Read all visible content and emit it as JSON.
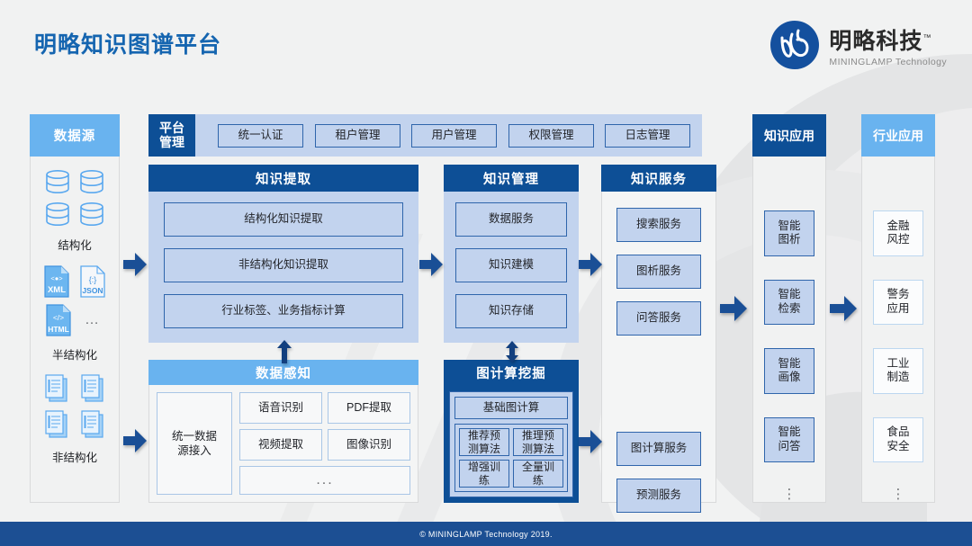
{
  "header": {
    "title": "明略知识图谱平台",
    "logo": {
      "cn": "明略科技",
      "tm": "™",
      "en": "MININGLAMP Technology",
      "mark_icon": "miningglamp-swirl-logo"
    }
  },
  "footer": {
    "copyright": "© MININGLAMP Technology 2019."
  },
  "platform_bar": {
    "tag": "平台\n管理",
    "tag_line1": "平台",
    "tag_line2": "管理",
    "items": [
      {
        "label": "统一认证"
      },
      {
        "label": "租户管理"
      },
      {
        "label": "用户管理"
      },
      {
        "label": "权限管理"
      },
      {
        "label": "日志管理"
      }
    ]
  },
  "data_source": {
    "title": "数据源",
    "groups": [
      {
        "label": "结构化",
        "icon": "database-cylinder-icon",
        "count": 4
      },
      {
        "label": "半结构化",
        "icons": [
          "xml-file-icon",
          "json-file-icon",
          "html-file-icon"
        ],
        "file_labels": [
          "XML",
          "JSON",
          "HTML"
        ],
        "more": "…"
      },
      {
        "label": "非结构化",
        "icon": "document-stack-icon",
        "count": 4
      }
    ]
  },
  "knowledge_extraction": {
    "title": "知识提取",
    "items": [
      "结构化知识提取",
      "非结构化知识提取",
      "行业标签、业务指标计算"
    ]
  },
  "data_perception": {
    "title": "数据感知",
    "main_box": "统一数据\n源接入",
    "main_box_line1": "统一数据",
    "main_box_line2": "源接入",
    "items": [
      "语音识别",
      "PDF提取",
      "视频提取",
      "图像识别"
    ],
    "more": "..."
  },
  "knowledge_management": {
    "title": "知识管理",
    "items": [
      "数据服务",
      "知识建模",
      "知识存储"
    ]
  },
  "graph_computing": {
    "title": "图计算挖掘",
    "top_item": "基础图计算",
    "grid_items": [
      {
        "line1": "推荐预",
        "line2": "测算法"
      },
      {
        "line1": "推理预",
        "line2": "测算法"
      },
      {
        "line1": "增强训",
        "line2": "练"
      },
      {
        "line1": "全量训",
        "line2": "练"
      }
    ]
  },
  "knowledge_service": {
    "title": "知识服务",
    "items_top": [
      "搜索服务",
      "图析服务",
      "问答服务"
    ],
    "items_bottom": [
      "图计算服务",
      "预测服务"
    ]
  },
  "knowledge_application": {
    "title": "知识应用",
    "items": [
      {
        "line1": "智能",
        "line2": "图析"
      },
      {
        "line1": "智能",
        "line2": "检索"
      },
      {
        "line1": "智能",
        "line2": "画像"
      },
      {
        "line1": "智能",
        "line2": "问答"
      }
    ],
    "more": "⋮"
  },
  "industry_application": {
    "title": "行业应用",
    "items": [
      {
        "line1": "金融",
        "line2": "风控"
      },
      {
        "line1": "警务",
        "line2": "应用"
      },
      {
        "line1": "工业",
        "line2": "制造"
      },
      {
        "line1": "食品",
        "line2": "安全"
      }
    ],
    "more": "⋮"
  },
  "arrows": [
    {
      "name": "arrow-datasource-to-extraction",
      "dir": "right"
    },
    {
      "name": "arrow-datasource-to-perception",
      "dir": "right"
    },
    {
      "name": "arrow-extraction-to-management",
      "dir": "right"
    },
    {
      "name": "arrow-management-to-service",
      "dir": "right"
    },
    {
      "name": "arrow-graph-to-service",
      "dir": "right"
    },
    {
      "name": "arrow-service-to-application",
      "dir": "right"
    },
    {
      "name": "arrow-application-to-industry",
      "dir": "right"
    },
    {
      "name": "arrow-perception-to-extraction",
      "dir": "up"
    },
    {
      "name": "arrow-management-graph-bidirectional",
      "dir": "updown"
    }
  ],
  "colors": {
    "brand_dark_blue": "#0d4f96",
    "brand_light_blue": "#69b3ef",
    "panel_fill": "#c2d3ee",
    "title_blue": "#1565b0",
    "arrow_blue": "#1a4f96",
    "page_bg": "#f1f2f2",
    "footer_bg": "#1c4f93"
  }
}
